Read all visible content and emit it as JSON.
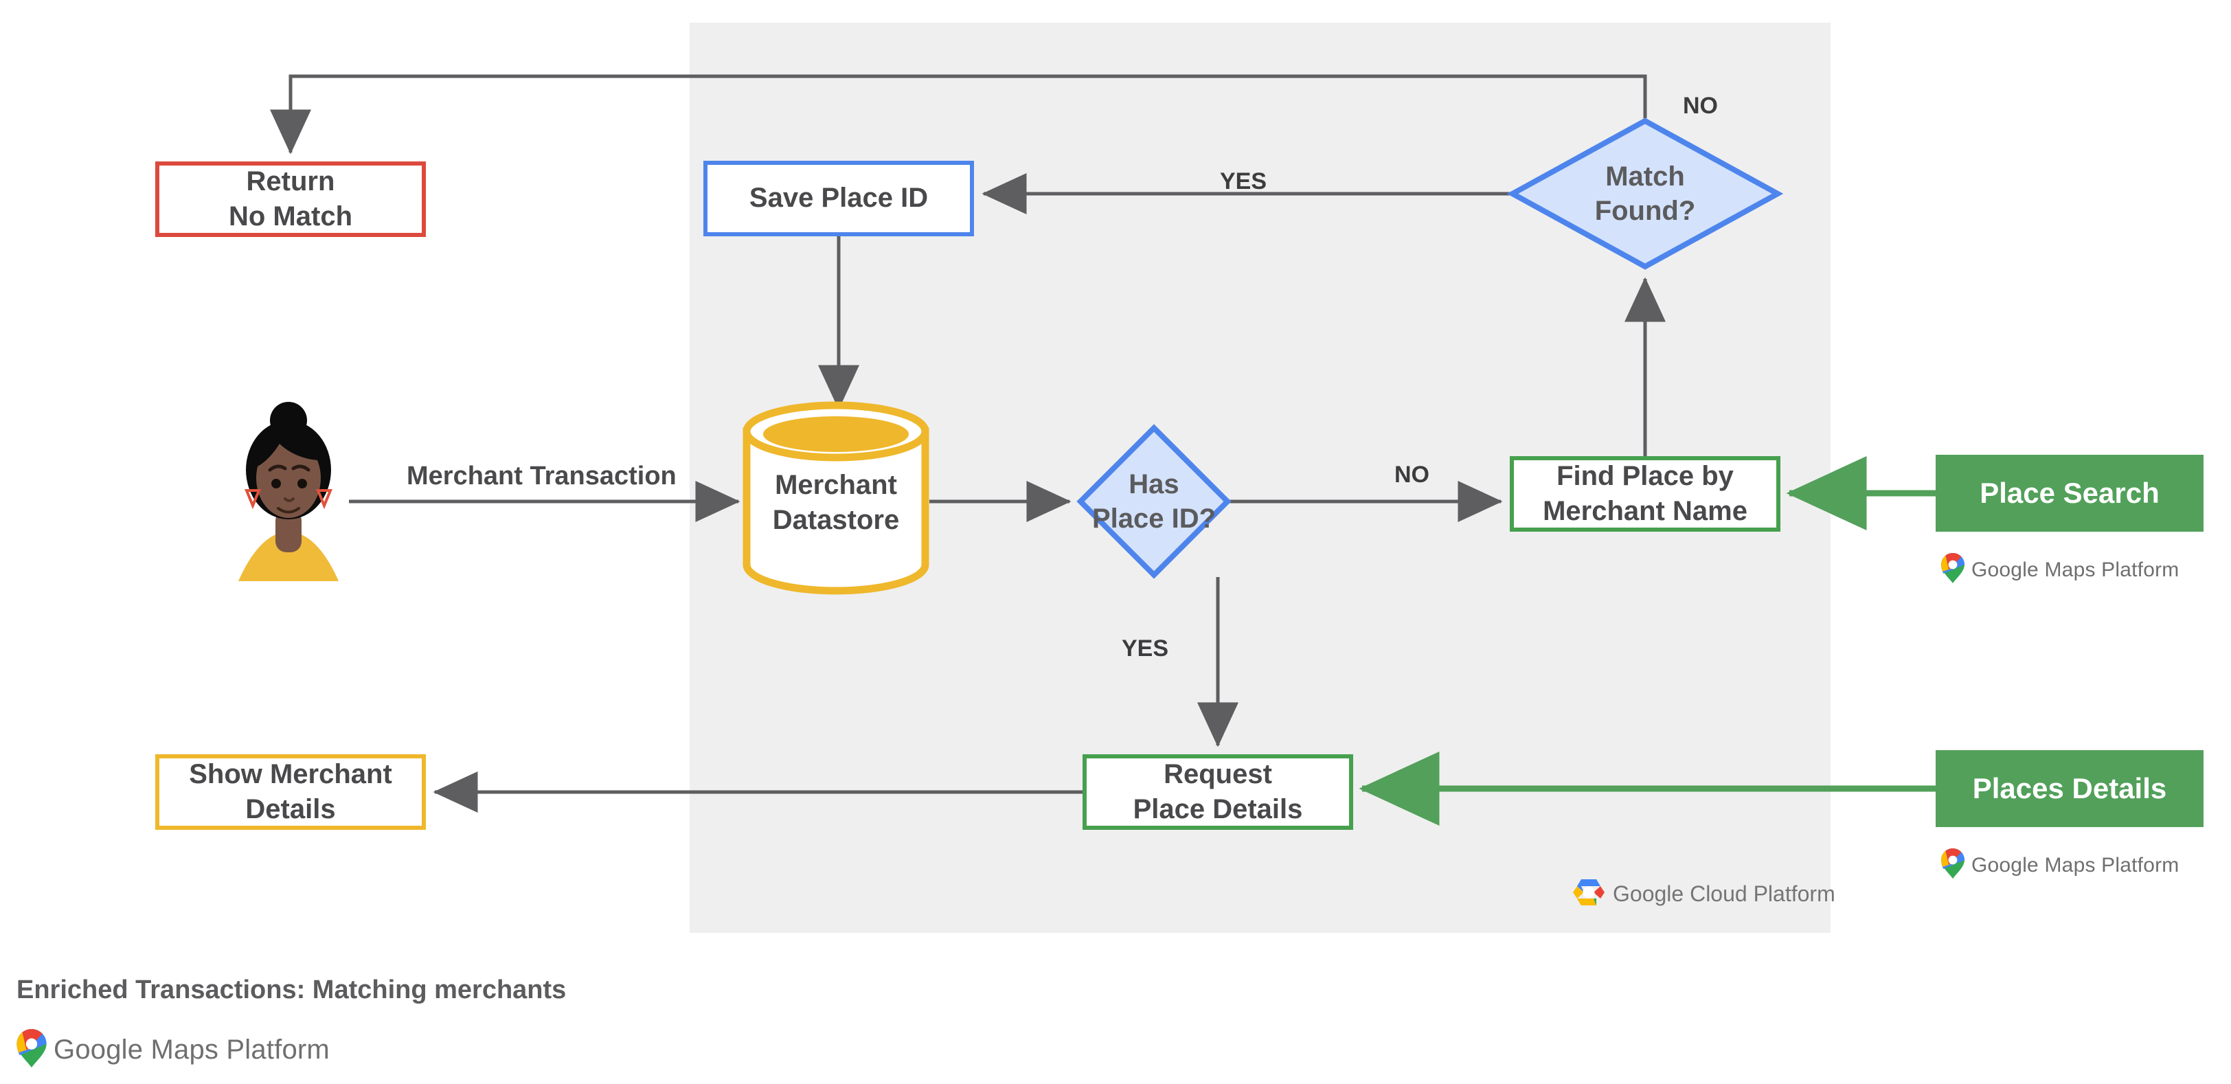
{
  "diagram": {
    "title": "Enriched Transactions: Matching merchants",
    "panel_label": "Google Cloud Platform",
    "colors": {
      "panel_bg": "#EFEFEF",
      "red": "#DC4A3D",
      "blue": "#4E85EC",
      "blue_fill": "#D4E2FB",
      "green": "#46A04E",
      "green_solid": "#52A05A",
      "yellow": "#EFB72B",
      "arrow_grey": "#5E5E60",
      "text_grey": "#49494B"
    },
    "nodes": {
      "return_no_match": {
        "line1": "Return",
        "line2": "No Match"
      },
      "save_place_id": {
        "label": "Save Place ID"
      },
      "match_found": {
        "line1": "Match",
        "line2": "Found?"
      },
      "merchant_datastore": {
        "line1": "Merchant",
        "line2": "Datastore"
      },
      "has_place_id": {
        "line1": "Has",
        "line2": "Place ID?"
      },
      "find_place": {
        "line1": "Find Place by",
        "line2": "Merchant Name"
      },
      "request_place_details": {
        "line1": "Request",
        "line2": "Place Details"
      },
      "show_merchant_details": {
        "line1": "Show Merchant",
        "line2": "Details"
      },
      "place_search": {
        "label": "Place Search"
      },
      "places_details": {
        "label": "Places Details"
      }
    },
    "edge_labels": {
      "yes_match_to_save": "YES",
      "no_match_to_return": "NO",
      "no_has_to_find": "NO",
      "yes_has_to_request": "YES",
      "merchant_transaction": "Merchant Transaction"
    },
    "logos": {
      "gmp_word_google": "Google",
      "gmp_word_rest": " Maps Platform",
      "gcp_word_google": "Google",
      "gcp_word_rest": " Cloud Platform"
    }
  }
}
